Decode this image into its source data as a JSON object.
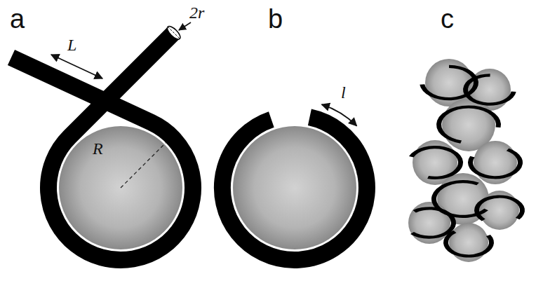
{
  "diagram": {
    "labels": [
      "a",
      "2r",
      "L",
      "R",
      "b",
      "l",
      "c"
    ]
  }
}
